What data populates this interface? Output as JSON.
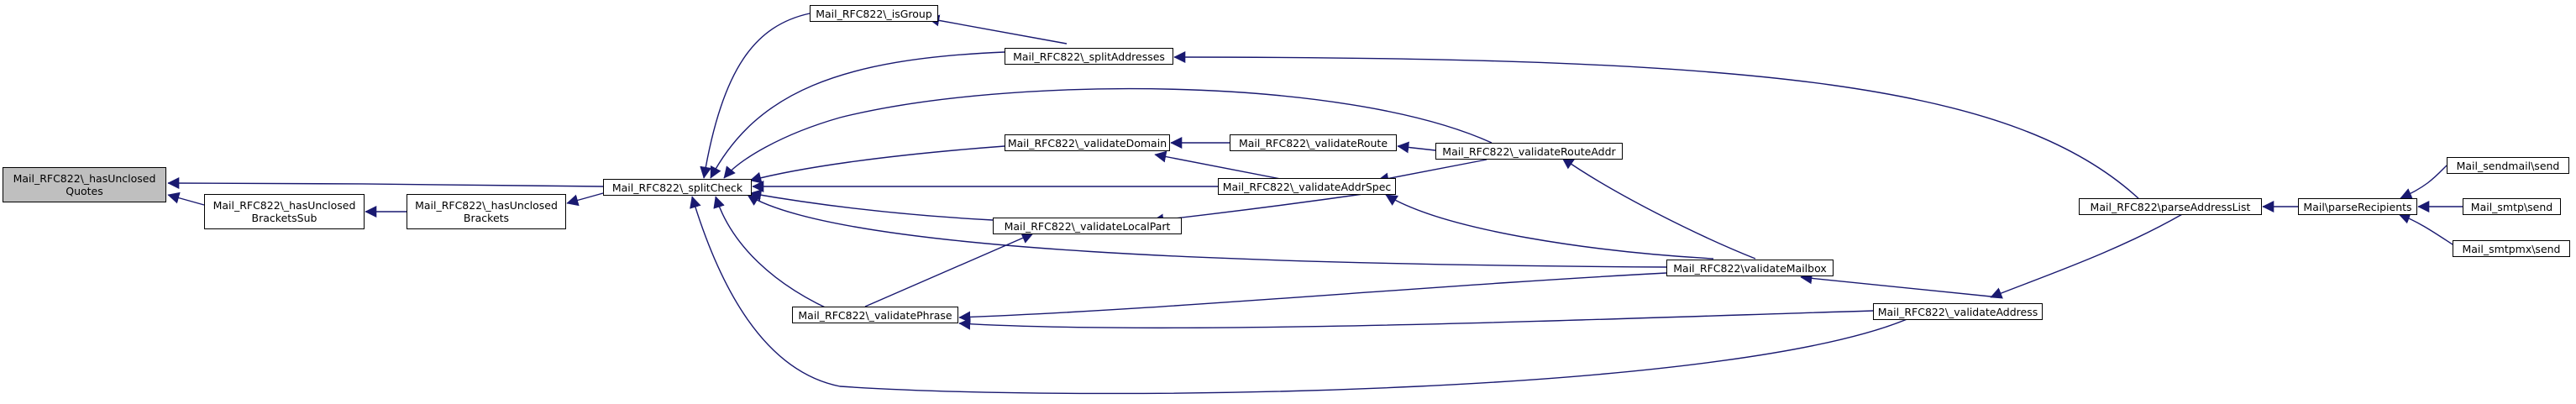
{
  "colors": {
    "edge": "#191970",
    "root_fill": "#bfbfbf",
    "node_fill": "#ffffff",
    "border": "#000000"
  },
  "nodes": [
    {
      "id": "hasUnclosedQuotes",
      "lines": [
        "Mail_RFC822\\_hasUnclosed",
        "Quotes"
      ]
    },
    {
      "id": "hasUnclosedBracketsSub",
      "lines": [
        "Mail_RFC822\\_hasUnclosed",
        "BracketsSub"
      ]
    },
    {
      "id": "hasUnclosedBrackets",
      "lines": [
        "Mail_RFC822\\_hasUnclosed",
        "Brackets"
      ]
    },
    {
      "id": "splitCheck",
      "lines": [
        "Mail_RFC822\\_splitCheck"
      ]
    },
    {
      "id": "isGroup",
      "lines": [
        "Mail_RFC822\\_isGroup"
      ]
    },
    {
      "id": "splitAddresses",
      "lines": [
        "Mail_RFC822\\_splitAddresses"
      ]
    },
    {
      "id": "validateDomain",
      "lines": [
        "Mail_RFC822\\_validateDomain"
      ]
    },
    {
      "id": "validateLocalPart",
      "lines": [
        "Mail_RFC822\\_validateLocalPart"
      ]
    },
    {
      "id": "validatePhrase",
      "lines": [
        "Mail_RFC822\\_validatePhrase"
      ]
    },
    {
      "id": "validateRoute",
      "lines": [
        "Mail_RFC822\\_validateRoute"
      ]
    },
    {
      "id": "validateAddrSpec",
      "lines": [
        "Mail_RFC822\\_validateAddrSpec"
      ]
    },
    {
      "id": "validateRouteAddr",
      "lines": [
        "Mail_RFC822\\_validateRouteAddr"
      ]
    },
    {
      "id": "validateMailbox",
      "lines": [
        "Mail_RFC822\\validateMailbox"
      ]
    },
    {
      "id": "validateAddress",
      "lines": [
        "Mail_RFC822\\_validateAddress"
      ]
    },
    {
      "id": "parseAddressList",
      "lines": [
        "Mail_RFC822\\parseAddressList"
      ]
    },
    {
      "id": "parseRecipients",
      "lines": [
        "Mail\\parseRecipients"
      ]
    },
    {
      "id": "sendmailSend",
      "lines": [
        "Mail_sendmail\\send"
      ]
    },
    {
      "id": "smtpSend",
      "lines": [
        "Mail_smtp\\send"
      ]
    },
    {
      "id": "smtpmxSend",
      "lines": [
        "Mail_smtpmx\\send"
      ]
    }
  ]
}
